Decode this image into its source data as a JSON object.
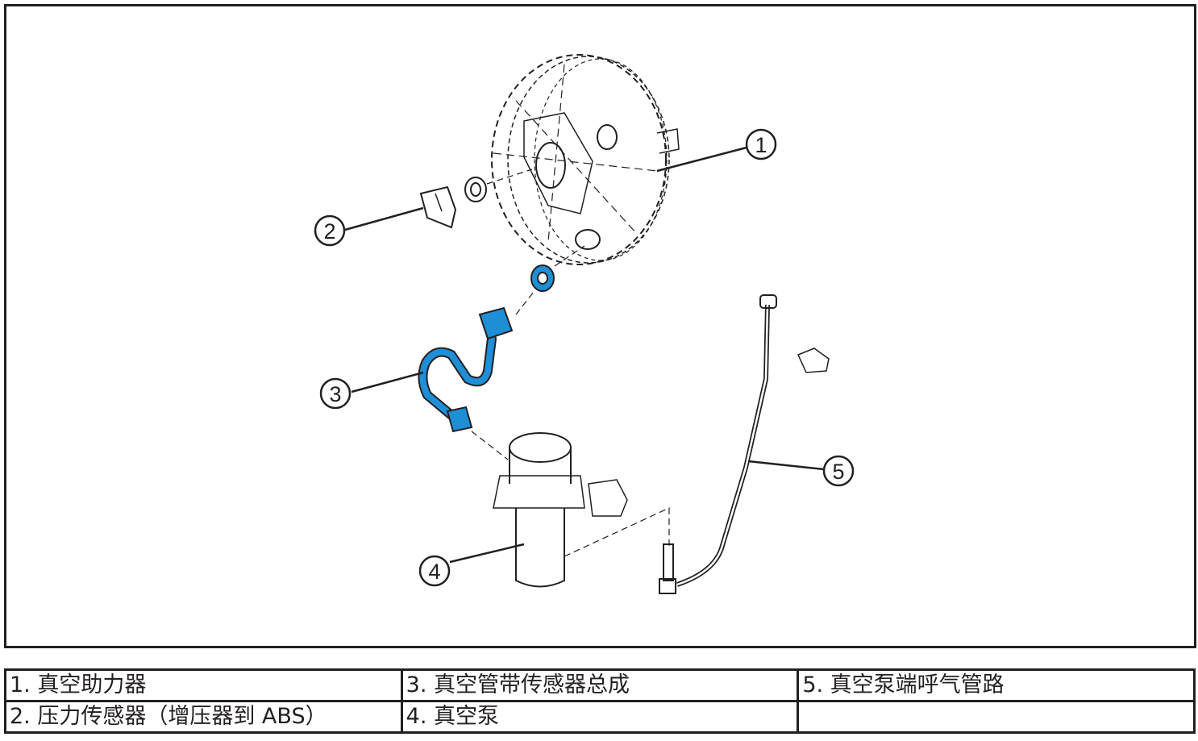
{
  "callouts": [
    "1",
    "2",
    "3",
    "4",
    "5"
  ],
  "legend": {
    "rows": [
      [
        "1. 真空助力器",
        "3. 真空管带传感器总成",
        "5. 真空泵端呼气管路"
      ],
      [
        "2. 压力传感器（增压器到 ABS）",
        "4. 真空泵",
        ""
      ]
    ]
  },
  "colors": {
    "line": "#231f20",
    "highlight": "#1e8fd6"
  }
}
